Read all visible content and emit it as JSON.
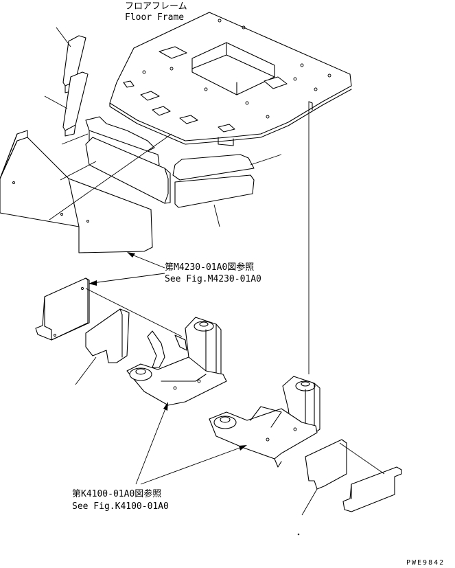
{
  "labels": {
    "floor_frame_jp": "フロアフレーム",
    "floor_frame_en": "Floor Frame",
    "ref1_jp": "第M4230-01A0図参照",
    "ref1_en": "See Fig.M4230-01A0",
    "ref2_jp": "第K4100-01A0図参照",
    "ref2_en": "See Fig.K4100-01A0",
    "drawing_code": "PWE9842"
  }
}
